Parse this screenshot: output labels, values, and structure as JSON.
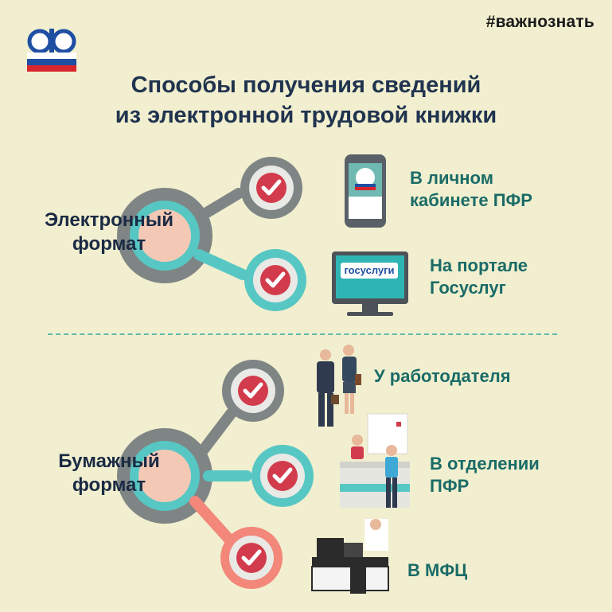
{
  "hashtag": "#важнознать",
  "title": {
    "line1": "Способы получения сведений",
    "line2": "из электронной трудовой книжки"
  },
  "logo": {
    "icon": "pfr-logo-icon",
    "colors": [
      "#ffffff",
      "#1f4fa3",
      "#d8262c"
    ]
  },
  "sections": [
    {
      "label_line1": "Электронный",
      "label_line2": "формат",
      "destinations": [
        {
          "line1": "В личном",
          "line2": "кабинете ПФР",
          "icon": "smartphone-icon"
        },
        {
          "line1": "На портале",
          "line2": "Госуслуг",
          "icon": "monitor-icon",
          "screen_text": "госуслуги"
        }
      ]
    },
    {
      "label_line1": "Бумажный",
      "label_line2": "формат",
      "destinations": [
        {
          "line1": "У работодателя",
          "line2": "",
          "icon": "business-people-icon"
        },
        {
          "line1": "В отделении",
          "line2": "ПФР",
          "icon": "service-counter-icon"
        },
        {
          "line1": "В МФЦ",
          "line2": "",
          "icon": "office-desk-icon"
        }
      ]
    }
  ],
  "colors": {
    "gray": "#7f8584",
    "teal": "#57c7c4",
    "coral": "#f2877a",
    "check": "#d23b4b",
    "title": "#20334f",
    "accent_text": "#1a6b67"
  }
}
